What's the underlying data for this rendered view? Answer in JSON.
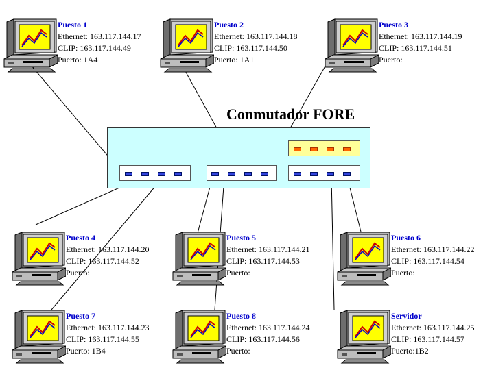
{
  "switch": {
    "title": "Conmutador FORE"
  },
  "colors": {
    "wire": "#000000",
    "switch_body": "#ccffff",
    "port_blue": "#3344dd",
    "port_orange": "#ff6600",
    "name_text": "#0000cc"
  },
  "icons": {
    "workstation": "desktop-computer-with-chart-monitor"
  },
  "stations": [
    {
      "name": "Puesto 1",
      "ethernet": "Ethernet: 163.117.144.17",
      "clip": "CLIP: 163.117.144.49",
      "puerto": "Puerto: 1A4"
    },
    {
      "name": "Puesto 2",
      "ethernet": "Ethernet: 163.117.144.18",
      "clip": "CLIP: 163.117.144.50",
      "puerto": "Puerto: 1A1"
    },
    {
      "name": "Puesto 3",
      "ethernet": "Ethernet: 163.117.144.19",
      "clip": "CLIP: 163.117.144.51",
      "puerto": "Puerto:"
    },
    {
      "name": "Puesto 4",
      "ethernet": "Ethernet: 163.117.144.20",
      "clip": "CLIP: 163.117.144.52",
      "puerto": "Puerto:"
    },
    {
      "name": "Puesto 5",
      "ethernet": "Ethernet: 163.117.144.21",
      "clip": "CLIP: 163.117.144.53",
      "puerto": "Puerto:"
    },
    {
      "name": "Puesto 6",
      "ethernet": "Ethernet: 163.117.144.22",
      "clip": "CLIP: 163.117.144.54",
      "puerto": "Puerto:"
    },
    {
      "name": "Puesto 7",
      "ethernet": "Ethernet: 163.117.144.23",
      "clip": "CLIP: 163.117.144.55",
      "puerto": "Puerto: 1B4"
    },
    {
      "name": "Puesto 8",
      "ethernet": "Ethernet: 163.117.144.24",
      "clip": "CLIP: 163.117.144.56",
      "puerto": "Puerto:"
    },
    {
      "name": "Servidor",
      "ethernet": "Ethernet: 163.117.144.25",
      "clip": "CLIP: 163.117.144.57",
      "puerto": "Puerto:1B2"
    }
  ]
}
